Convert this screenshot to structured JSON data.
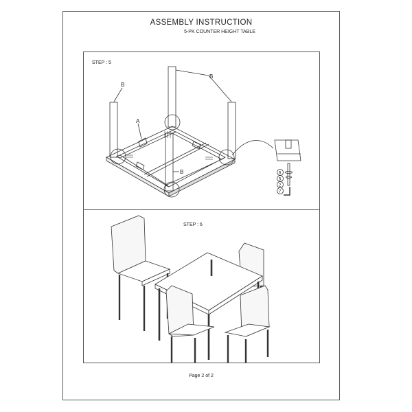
{
  "header": {
    "title": "ASSEMBLY INSTRUCTION",
    "subtitle": "5-PK COUNTER HEIGHT TABLE"
  },
  "steps": [
    {
      "label": "STEP : 5"
    },
    {
      "label": "STEP : 6"
    }
  ],
  "callouts": {
    "leg_a": "B",
    "leg_b": "B",
    "leg_c": "B",
    "bracket": "A"
  },
  "hardware": [
    "6",
    "5",
    "2",
    "7"
  ],
  "footer": {
    "page": "Page 2 of 2"
  }
}
